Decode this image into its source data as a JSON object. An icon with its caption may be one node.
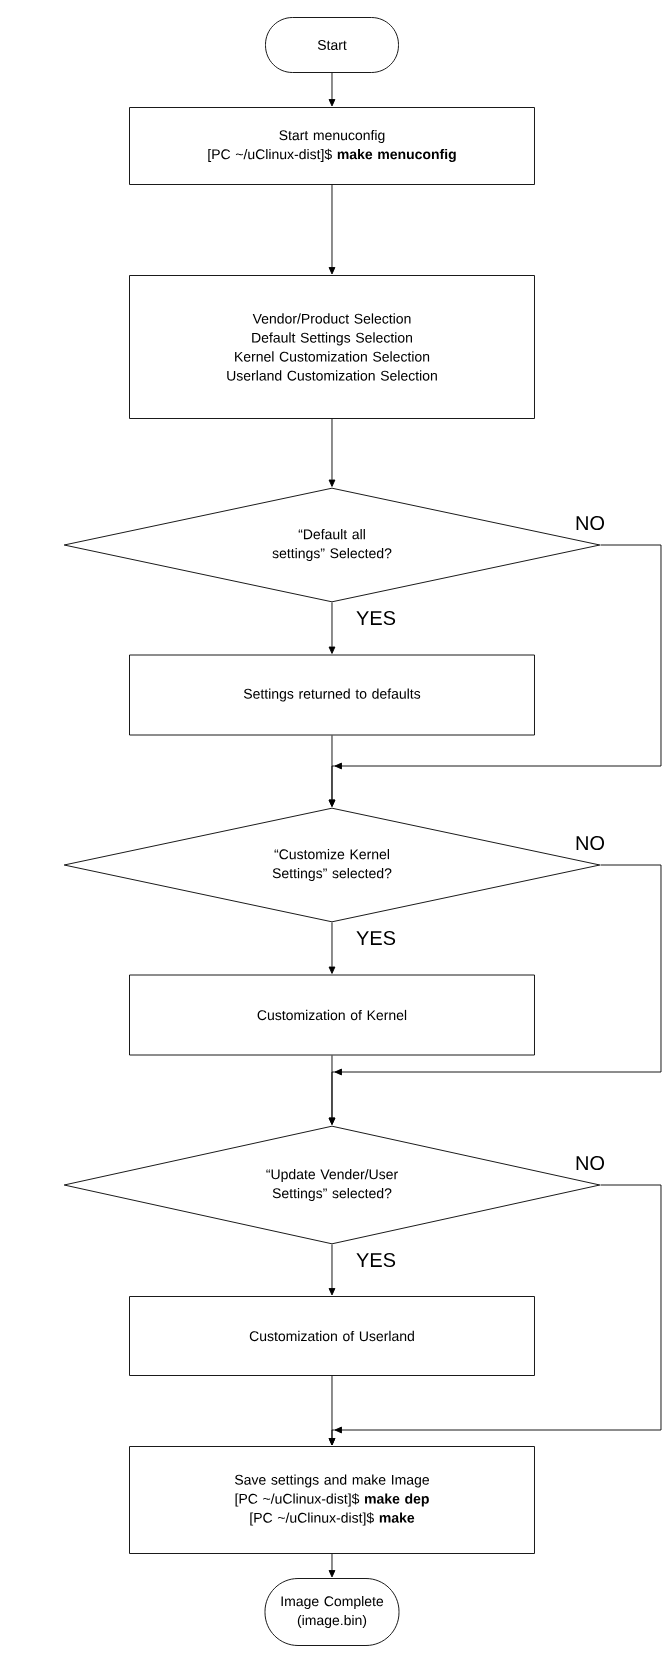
{
  "diagram": {
    "nodes": [
      {
        "text": [
          "Start"
        ]
      },
      {
        "text": [
          "Start menuconfig",
          "[PC ~/uClinux-dist]$ **make menuconfig**"
        ]
      },
      {
        "text": [
          "Vendor/Product Selection",
          "Default Settings Selection",
          "Kernel Customization Selection",
          "Userland Customization Selection"
        ]
      },
      {
        "text": [
          "“Default all settings” Selected?"
        ]
      },
      {
        "text": [
          "Settings returned to defaults"
        ]
      },
      {
        "text": [
          "“Customize Kernel Settings” selected?"
        ]
      },
      {
        "text": [
          "Customization of Kernel"
        ]
      },
      {
        "text": [
          "“Update Vender/User Settings” selected?"
        ]
      },
      {
        "text": [
          "Customization of Userland"
        ]
      },
      {
        "text": [
          "Save settings and make Image",
          "[PC ~/uClinux-dist]$ **make dep**",
          "[PC ~/uClinux-dist]$ **make**"
        ]
      },
      {
        "text": [
          "Image Complete (image.bin)"
        ]
      }
    ],
    "edges": [
      {
        "from": 0,
        "to": 1,
        "arrow": "to"
      },
      {
        "from": 1,
        "to": 2,
        "arrow": "to"
      },
      {
        "from": 2,
        "to": 3,
        "arrow": "to"
      },
      {
        "from": 3,
        "to": 4,
        "arrow": "to",
        "label": "YES"
      },
      {
        "from": 3,
        "to": 5,
        "arrow": "to",
        "label": "NO"
      },
      {
        "from": 4,
        "to": 5,
        "arrow": "to"
      },
      {
        "from": 5,
        "to": 6,
        "arrow": "to",
        "label": "YES"
      },
      {
        "from": 5,
        "to": 7,
        "arrow": "to",
        "label": "NO"
      },
      {
        "from": 6,
        "to": 7,
        "arrow": "to"
      },
      {
        "from": 7,
        "to": 8,
        "arrow": "to",
        "label": "YES"
      },
      {
        "from": 7,
        "to": 9,
        "arrow": "to",
        "label": "NO"
      },
      {
        "from": 8,
        "to": 9,
        "arrow": "to"
      },
      {
        "from": 9,
        "to": 10,
        "arrow": "to"
      }
    ]
  }
}
